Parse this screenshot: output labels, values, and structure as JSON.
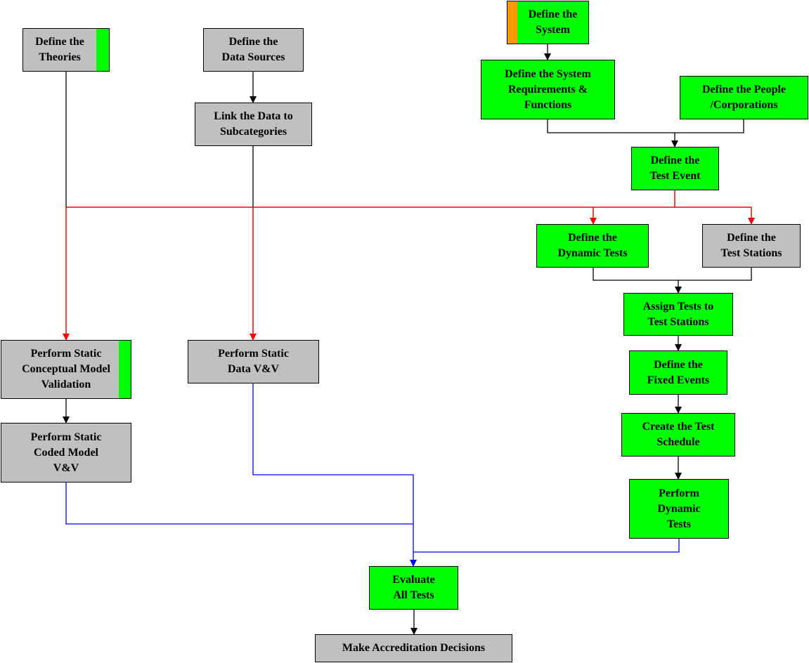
{
  "colors": {
    "green": "#00ff00",
    "gray": "#c0c0c0",
    "orange_accent": "#ff9900",
    "black_connector": "#000000",
    "red_connector": "#ff0000",
    "blue_connector": "#0000ff"
  },
  "nodes": {
    "define_theories": "Define the\nTheories",
    "define_data_sources": "Define the\nData Sources",
    "link_data": "Link the Data to\nSubcategories",
    "define_system": "Define the\nSystem",
    "define_requirements": "Define the System\nRequirements &\nFunctions",
    "define_people": "Define the People\n/Corporations",
    "define_test_event": "Define the\nTest Event",
    "define_dynamic_tests": "Define the\nDynamic Tests",
    "define_test_stations": "Define the\nTest Stations",
    "assign_tests": "Assign Tests to\nTest Stations",
    "define_fixed_events": "Define the\nFixed Events",
    "create_schedule": "Create the Test\nSchedule",
    "perform_dynamic": "Perform\nDynamic\nTests",
    "static_conceptual": "Perform Static\nConceptual Model\nValidation",
    "static_data": "Perform Static\nData V&V",
    "static_coded": "Perform Static\nCoded Model\nV&V",
    "evaluate": "Evaluate\nAll Tests",
    "accreditation": "Make Accreditation Decisions"
  }
}
